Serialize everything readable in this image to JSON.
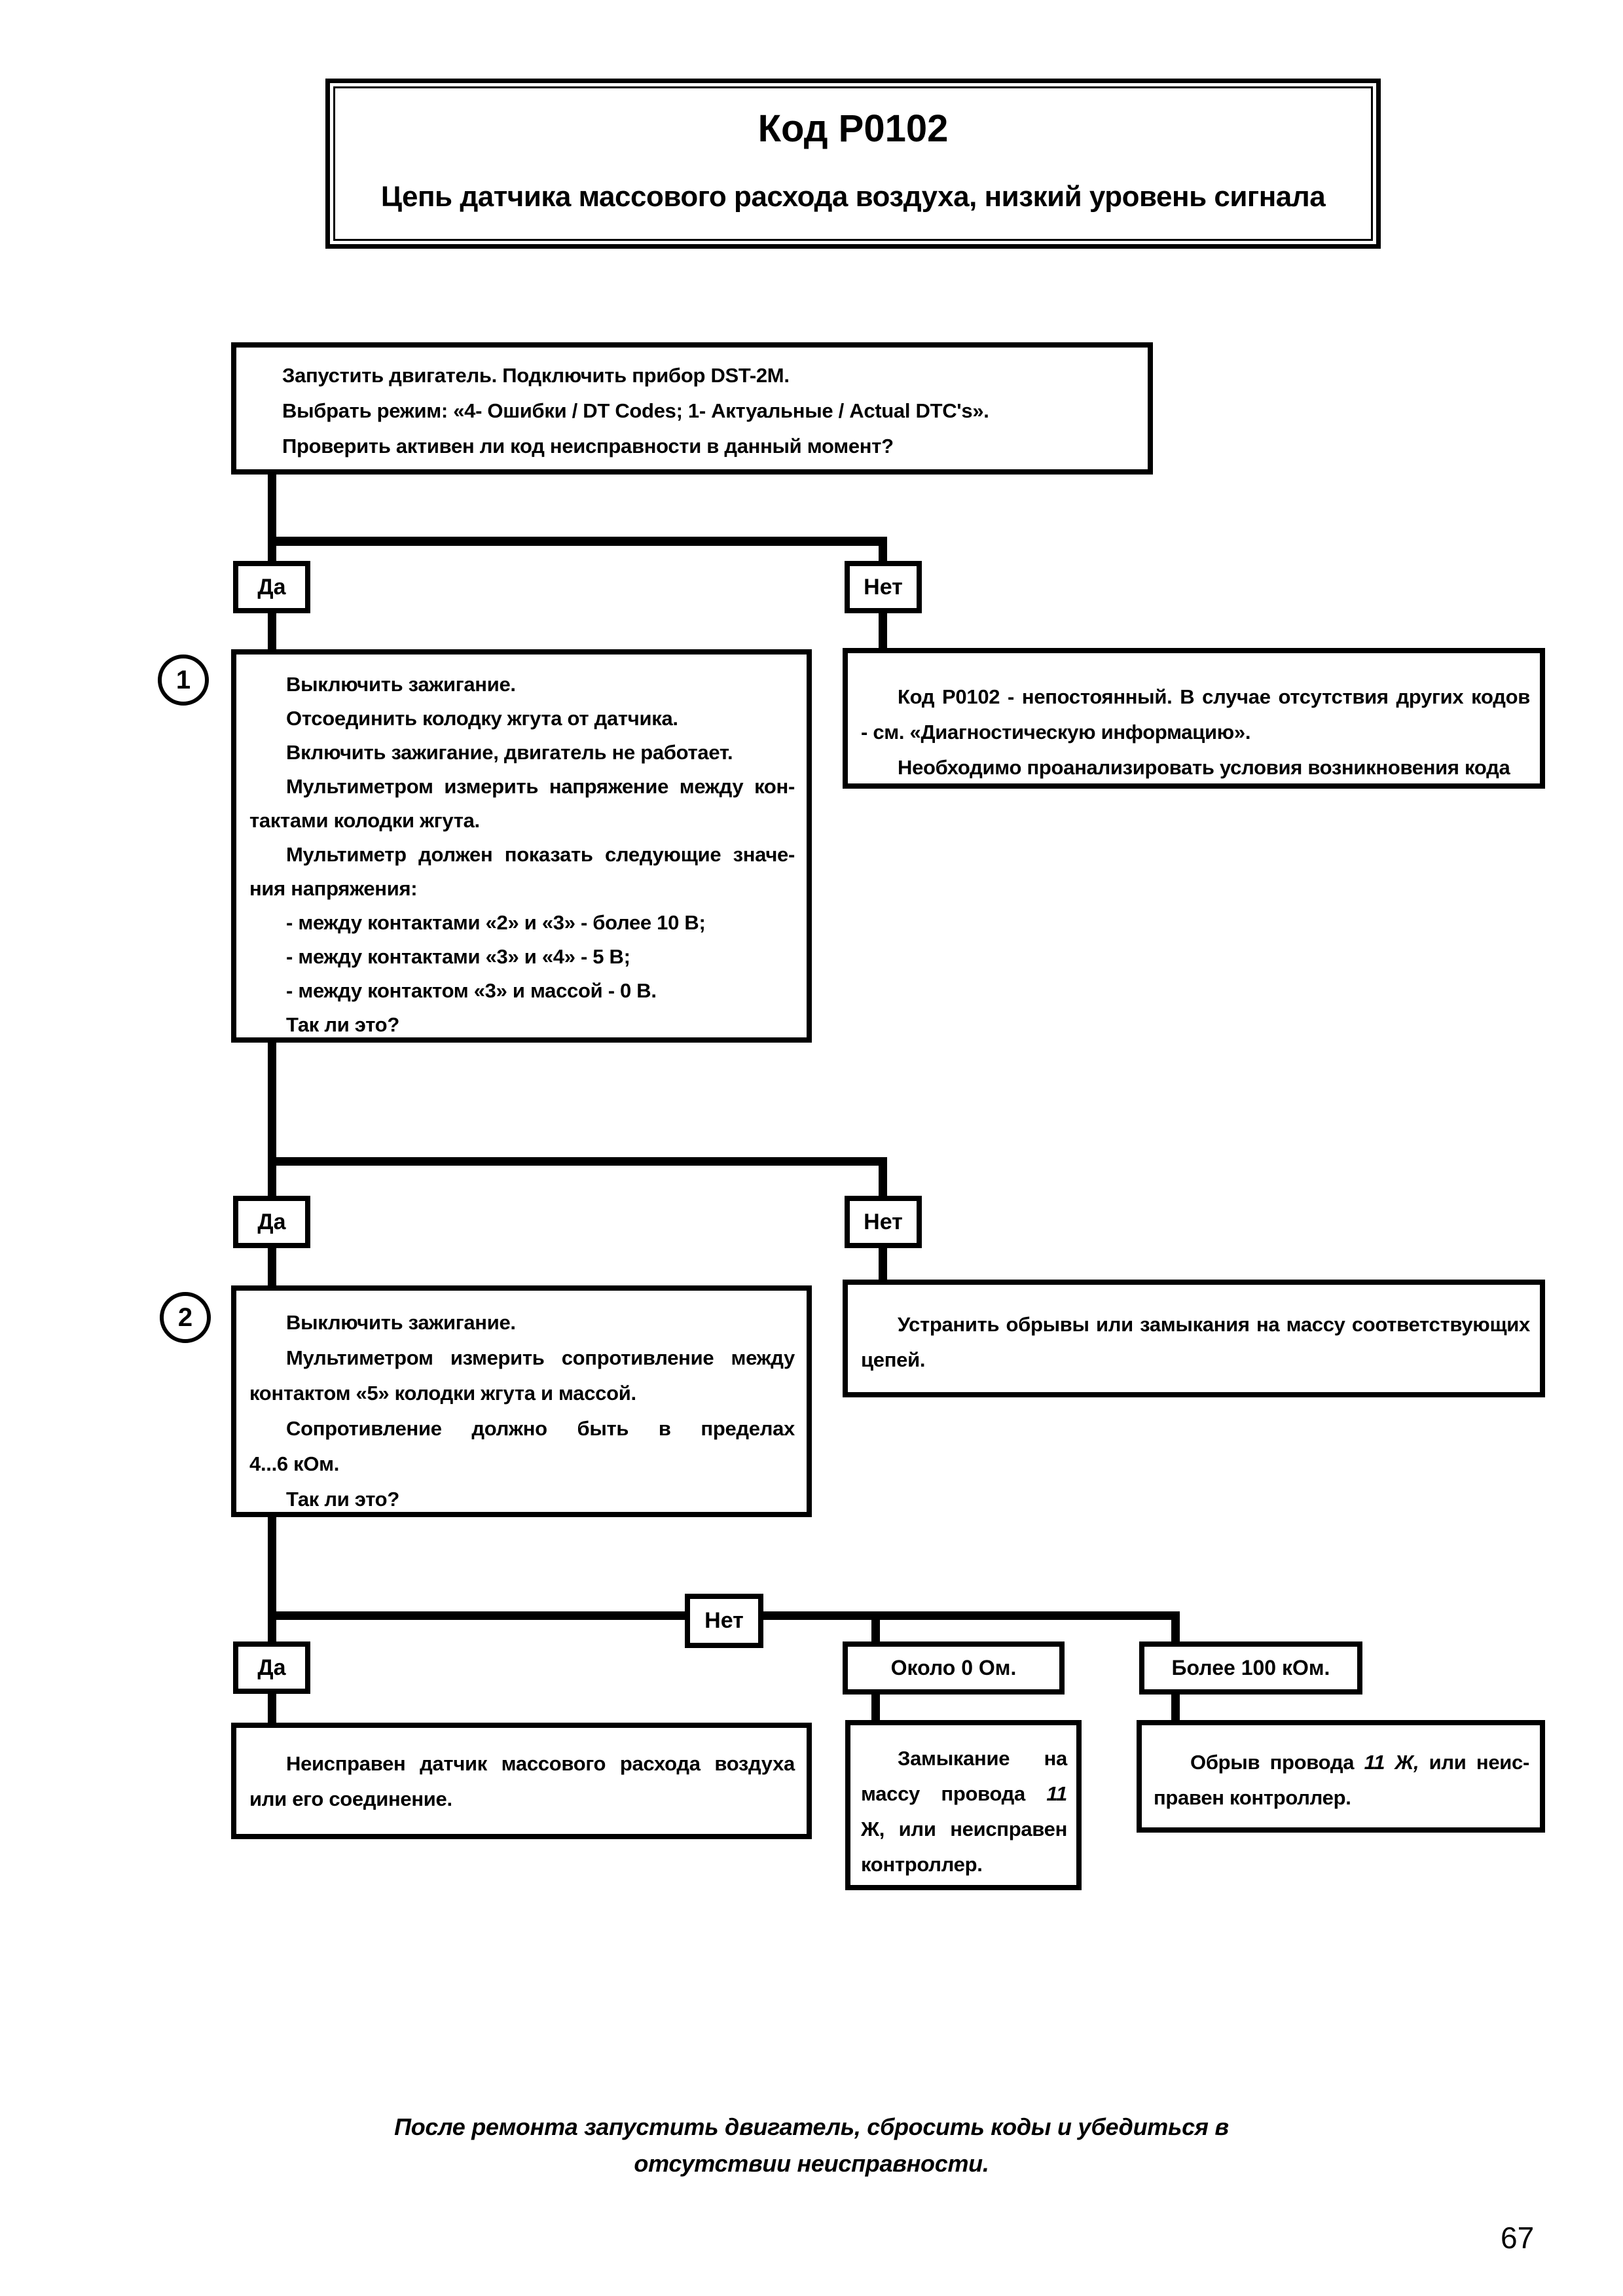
{
  "page_number": "67",
  "title": {
    "code": "Код Р0102",
    "subtitle": "Цепь датчика массового расхода воздуха, низкий уровень сигнала"
  },
  "labels": {
    "yes": "Да",
    "no": "Нет",
    "step1": "1",
    "step2": "2",
    "about_zero": "Около 0 Ом.",
    "more_100k": "Более 100 кОм."
  },
  "start_box": {
    "lines": [
      "Запустить двигатель. Подключить прибор DST-2M.",
      "Выбрать режим: «4- Ошибки / DT Codes; 1- Актуальные / Actual DTC's».",
      "Проверить активен ли код неисправности в данный момент?"
    ]
  },
  "step1_box": {
    "lines": [
      "Выключить зажигание.",
      "Отсоединить колодку жгута от датчика.",
      "Включить зажигание, двигатель не работает.",
      "Мультиметром измерить напряжение между кон-",
      "тактами колодки жгута.",
      "Мультиметр должен показать следующие значе-",
      "ния напряжения:",
      "- между контактами «2» и «3» - более 10 В;",
      "- между контактами «3» и «4» - 5 В;",
      "- между контактом «3» и массой - 0 В.",
      "Так ли это?"
    ]
  },
  "intermittent_box": {
    "lines": [
      "Код Р0102 - непостоянный. В случае отсутствия других кодов",
      "- см. «Диагностическую информацию».",
      "Необходимо проанализировать условия возникновения кода"
    ]
  },
  "step2_box": {
    "lines": [
      "Выключить зажигание.",
      "Мультиметром измерить сопротивление между",
      "контактом «5» колодки жгута и массой.",
      "Сопротивление должно быть в пределах",
      "4...6 кОм.",
      "Так ли это?"
    ]
  },
  "fix_circuits_box": {
    "lines": [
      "Устранить обрывы или замыкания на массу соответствующих",
      "цепей."
    ]
  },
  "faulty_sensor_box": {
    "lines": [
      "Неисправен датчик массового расхода воздуха",
      "или его соединение."
    ]
  },
  "short_to_ground_box": {
    "line1": "Замыкание на",
    "line2_text": "массу провода",
    "line2_italic": "11",
    "line3": "Ж, или неисправен",
    "line4": "контроллер."
  },
  "open_wire_box": {
    "line1_text": "Обрыв провода",
    "line1_italic": "11 Ж,",
    "line1_rest": "или неис-",
    "line2": "правен контроллер."
  },
  "footer": {
    "line1": "После ремонта запустить двигатель, сбросить коды и убедиться в",
    "line2": "отсутствии неисправности."
  }
}
